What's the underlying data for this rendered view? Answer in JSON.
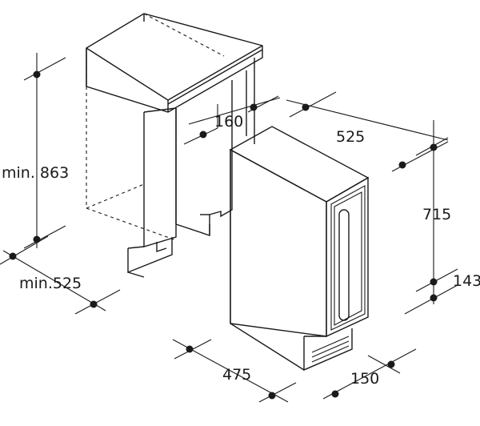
{
  "dimensions": {
    "cabinet_height": "min. 863",
    "cabinet_depth": "min.525",
    "gap": "160",
    "unit_depth": "525",
    "unit_height": "715",
    "plinth_height": "143",
    "unit_width": "475",
    "plinth_width": "150"
  }
}
